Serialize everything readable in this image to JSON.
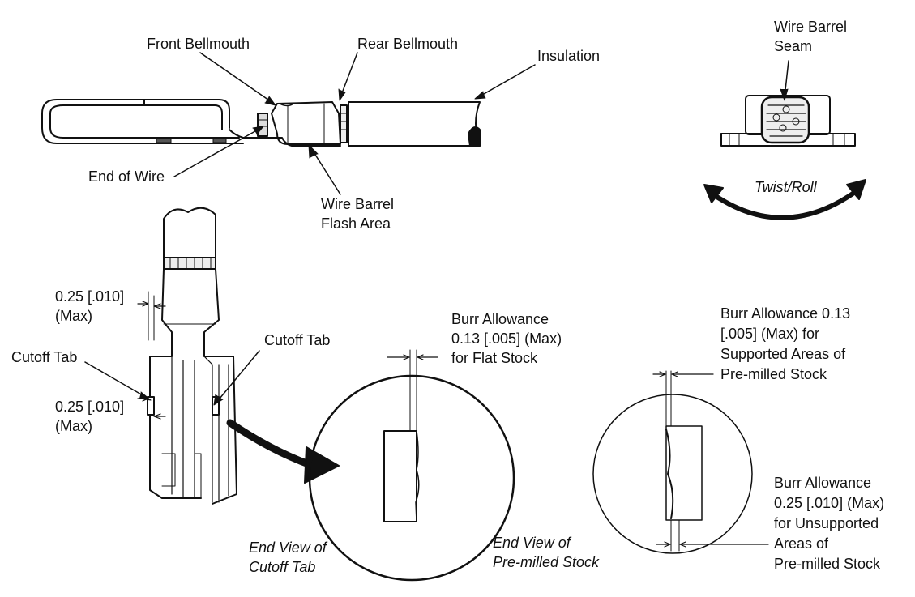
{
  "labels": {
    "front_bellmouth": "Front Bellmouth",
    "rear_bellmouth": "Rear Bellmouth",
    "insulation": "Insulation",
    "end_of_wire": "End of Wire",
    "wire_barrel_flash_1": "Wire Barrel",
    "wire_barrel_flash_2": "Flash Area",
    "wire_barrel_seam_1": "Wire Barrel",
    "wire_barrel_seam_2": "Seam",
    "twist_roll": "Twist/Roll",
    "dim_top_1": "0.25 [.010]",
    "dim_top_2": "(Max)",
    "cutoff_tab_left": "Cutoff Tab",
    "dim_mid_1": "0.25 [.010]",
    "dim_mid_2": "(Max)",
    "cutoff_tab_right": "Cutoff Tab",
    "burr_flat_1": "Burr Allowance",
    "burr_flat_2": "0.13 [.005] (Max)",
    "burr_flat_3": "for Flat Stock",
    "end_view_cutoff_1": "End View of",
    "end_view_cutoff_2": "Cutoff Tab",
    "burr_supported_1": "Burr Allowance 0.13",
    "burr_supported_2": "[.005] (Max) for",
    "burr_supported_3": "Supported Areas of",
    "burr_supported_4": "Pre-milled Stock",
    "end_view_premilled_1": "End View of",
    "end_view_premilled_2": "Pre-milled Stock",
    "burr_unsupported_1": "Burr Allowance",
    "burr_unsupported_2": "0.25 [.010] (Max)",
    "burr_unsupported_3": "for Unsupported",
    "burr_unsupported_4": "Areas of",
    "burr_unsupported_5": "Pre-milled Stock"
  },
  "colors": {
    "ink": "#111111",
    "paper": "#ffffff"
  }
}
